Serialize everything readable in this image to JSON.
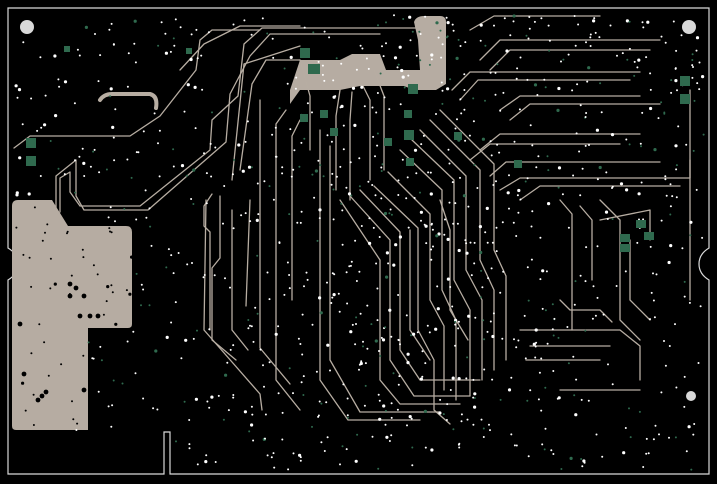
{
  "view": {
    "type": "pcb-layer-render",
    "background_color": "#000000"
  },
  "colors": {
    "board_edge": "#d9d9d9",
    "copper_pour": "#b6aca2",
    "trace": "#b7ada2",
    "via_pad": "#ffffff",
    "green_pad": "#29503c",
    "green_pad_light": "#2f6a4e"
  },
  "board_features": {
    "mounting_holes": [
      "mounting-hole-top-left",
      "mounting-hole-top-right",
      "mounting-hole-bottom-right"
    ],
    "edge_notches": [
      "notch-left",
      "notch-right",
      "notch-bottom"
    ]
  }
}
